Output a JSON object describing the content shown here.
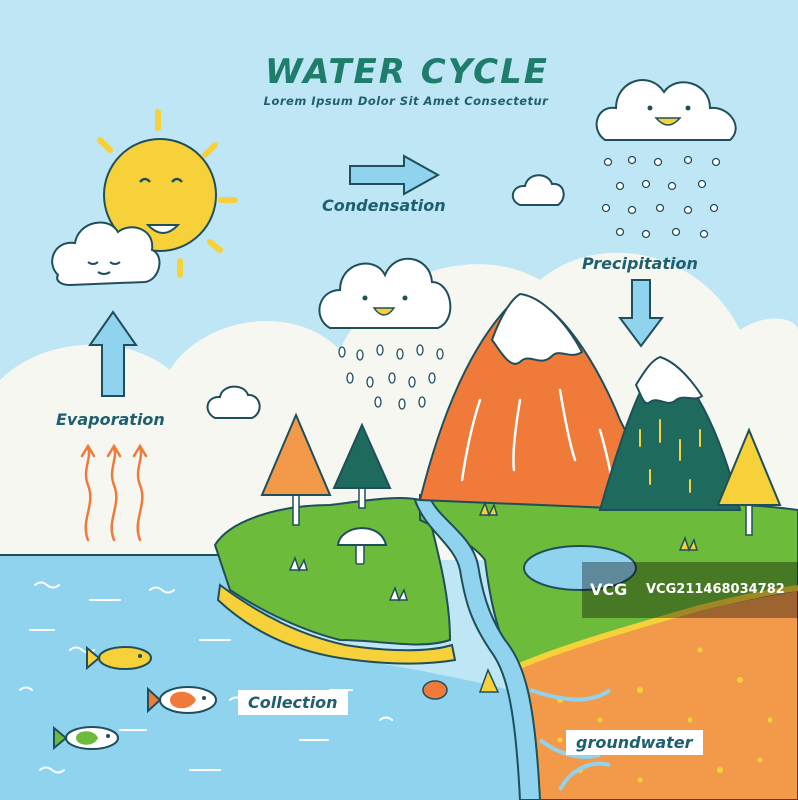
{
  "title": "WATER CYCLE",
  "subtitle": "Lorem Ipsum Dolor Sit Amet Consectetur",
  "labels": {
    "evaporation": "Evaporation",
    "condensation": "Condensation",
    "precipitation": "Precipitation",
    "collection": "Collection",
    "groundwater": "groundwater"
  },
  "watermark": {
    "logo": "VCG",
    "id": "VCG211468034782"
  },
  "colors": {
    "sky": "#bfe6f5",
    "water": "#8fd3ef",
    "grass": "#6dbb3a",
    "mountain": "#f07a3a",
    "soil": "#f39a4a",
    "title": "#1e7d6b"
  },
  "icons": [
    "sun-icon",
    "cloud-icon",
    "raindrop-icon",
    "arrow-icon",
    "mountain-icon",
    "tree-icon",
    "fish-icon",
    "mushroom-icon"
  ]
}
